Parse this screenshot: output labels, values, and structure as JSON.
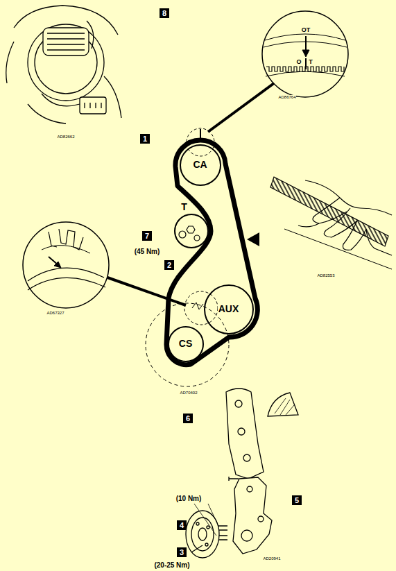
{
  "diagram": {
    "nodes": [
      {
        "text": [
          "CA"
        ]
      },
      {
        "text": [
          "T"
        ]
      },
      {
        "text": [
          "AUX"
        ]
      },
      {
        "text": [
          "CS"
        ]
      }
    ],
    "labels": [
      "8",
      "AD82662",
      "OT",
      "O",
      "T",
      "AD86764",
      "1",
      "7",
      "(45 Nm)",
      "AD82553",
      "AD67327",
      "2",
      "AD70402",
      "6",
      "5",
      "(10 Nm)",
      "4",
      "3",
      "(20-25 Nm)",
      "AD20941"
    ]
  }
}
